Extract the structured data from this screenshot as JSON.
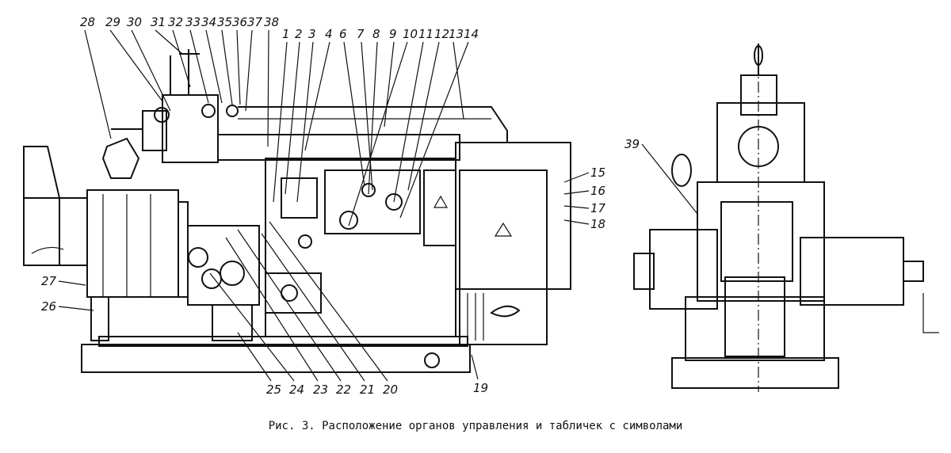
{
  "figure": {
    "caption": "Рис. 3. Расположение органов управления и табличек с символами",
    "callouts_side_view": [
      "28",
      "29",
      "30",
      "31",
      "32",
      "33",
      "34",
      "35",
      "36",
      "37",
      "38",
      "1",
      "2",
      "3",
      "4",
      "6",
      "7",
      "8",
      "9",
      "10",
      "11",
      "12",
      "13",
      "14",
      "15",
      "16",
      "17",
      "18",
      "19",
      "20",
      "21",
      "22",
      "23",
      "24",
      "25",
      "26",
      "27"
    ],
    "callouts_end_view": [
      "39"
    ]
  }
}
